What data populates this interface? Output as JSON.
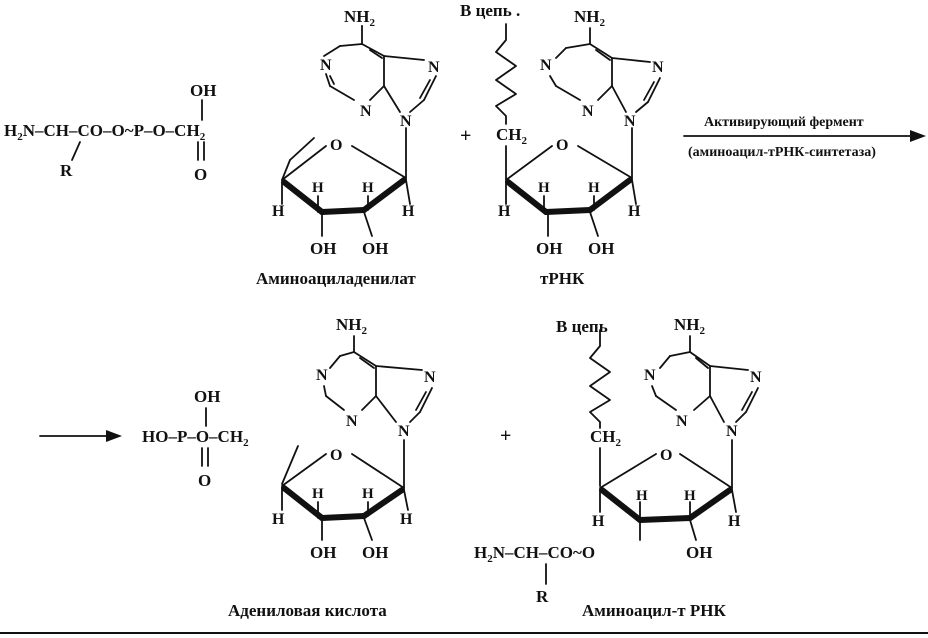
{
  "labels": {
    "to_chain_top": "В цепь .",
    "to_chain_bottom": "В цепь",
    "aminoacyl_adenylate": "Аминоациладенилат",
    "trna": "тРНК",
    "enzyme": "Активирующий фермент",
    "enzyme_name": "(аминоацил-тРНК-синтетаза)",
    "adenylic_acid": "Адениловая кислота",
    "aminoacyl_trna": "Аминоацил-т РНК"
  }
}
